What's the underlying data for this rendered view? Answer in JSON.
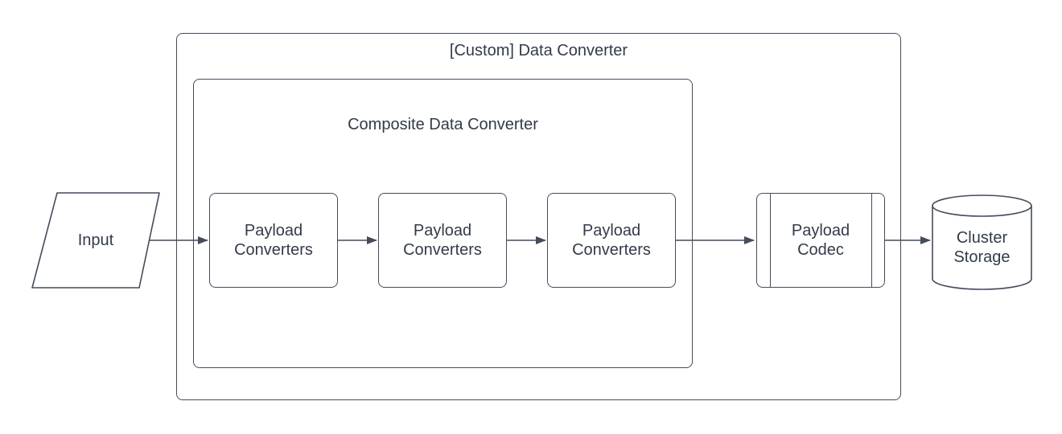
{
  "diagram": {
    "type": "flowchart",
    "background": "#ffffff",
    "stroke_color": "#444c5c",
    "text_color": "#333b49",
    "containers": {
      "custom": {
        "title": "[Custom] Data Converter"
      },
      "composite": {
        "title": "Composite Data Converter"
      }
    },
    "nodes": {
      "input": {
        "label": "Input",
        "shape": "parallelogram"
      },
      "converter1": {
        "label": "Payload Converters",
        "shape": "rounded-rectangle",
        "parent": "composite"
      },
      "converter2": {
        "label": "Payload Converters",
        "shape": "rounded-rectangle",
        "parent": "composite"
      },
      "converter3": {
        "label": "Payload Converters",
        "shape": "rounded-rectangle",
        "parent": "composite"
      },
      "codec": {
        "label": "Payload Codec",
        "shape": "predefined-process",
        "parent": "custom"
      },
      "storage": {
        "label": "Cluster Storage",
        "shape": "cylinder"
      }
    },
    "edges": [
      {
        "from": "input",
        "to": "converter1",
        "arrow": "filled-triangle"
      },
      {
        "from": "converter1",
        "to": "converter2",
        "arrow": "filled-triangle"
      },
      {
        "from": "converter2",
        "to": "converter3",
        "arrow": "filled-triangle"
      },
      {
        "from": "converter3",
        "to": "codec",
        "arrow": "filled-triangle"
      },
      {
        "from": "codec",
        "to": "storage",
        "arrow": "filled-triangle"
      }
    ]
  }
}
